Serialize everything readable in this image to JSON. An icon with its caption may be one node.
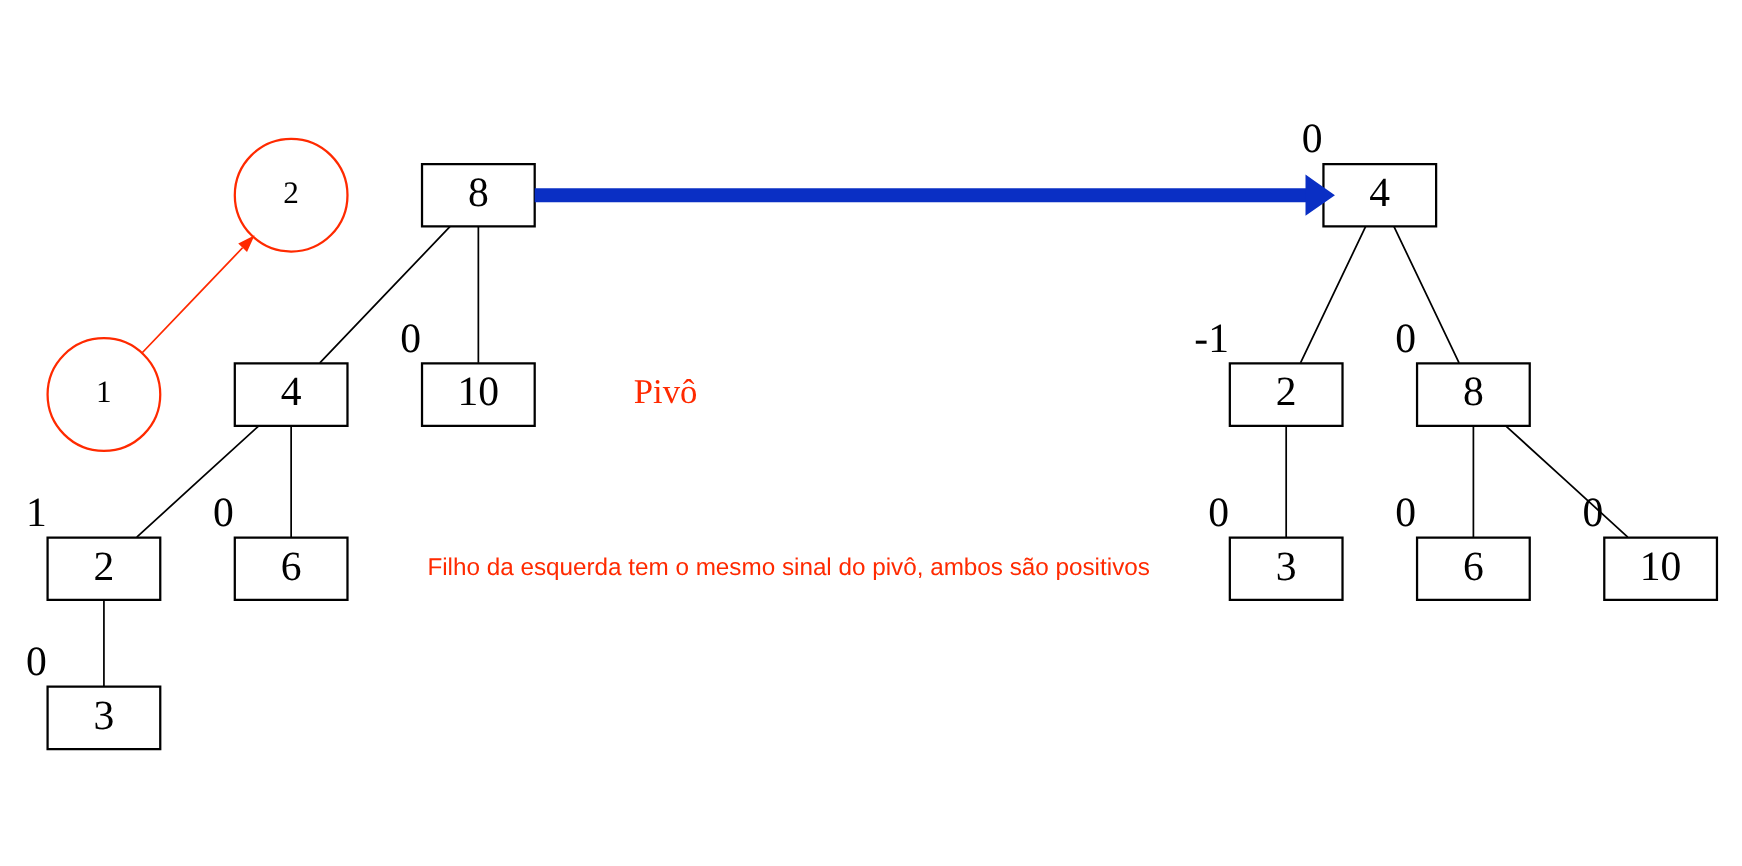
{
  "diagram": {
    "nodes": [
      {
        "text": [
          "2"
        ]
      },
      {
        "text": [
          "8"
        ]
      },
      {
        "text": [
          "1"
        ]
      },
      {
        "text": [
          "4"
        ]
      },
      {
        "text": [
          "10"
        ],
        "beside": [
          "0"
        ]
      },
      {
        "text": [
          "2"
        ],
        "beside": [
          "1"
        ]
      },
      {
        "text": [
          "6"
        ],
        "beside": [
          "0"
        ]
      },
      {
        "text": [
          "3"
        ],
        "beside": [
          "0"
        ]
      },
      {
        "text": [
          "4"
        ],
        "beside": [
          "0"
        ]
      },
      {
        "text": [
          "2"
        ],
        "beside": [
          "-1"
        ]
      },
      {
        "text": [
          "8"
        ],
        "beside": [
          "0"
        ]
      },
      {
        "text": [
          "3"
        ],
        "beside": [
          "0"
        ]
      },
      {
        "text": [
          "6"
        ],
        "beside": [
          "0"
        ]
      },
      {
        "text": [
          "10"
        ],
        "beside": [
          "0"
        ]
      }
    ],
    "edges": [
      {
        "from": 1,
        "to": 3,
        "arrow": "none"
      },
      {
        "from": 1,
        "to": 4,
        "arrow": "none"
      },
      {
        "from": 3,
        "to": 5,
        "arrow": "none"
      },
      {
        "from": 3,
        "to": 6,
        "arrow": "none"
      },
      {
        "from": 5,
        "to": 7,
        "arrow": "none"
      },
      {
        "from": 2,
        "to": 0,
        "arrow": "to",
        "color": "#ff2a00"
      },
      {
        "from": 1,
        "to": 8,
        "arrow": "to",
        "style": "thick",
        "color": "#0a2fc4"
      },
      {
        "from": 8,
        "to": 9,
        "arrow": "none"
      },
      {
        "from": 8,
        "to": 10,
        "arrow": "none"
      },
      {
        "from": 9,
        "to": 11,
        "arrow": "none"
      },
      {
        "from": 10,
        "to": 12,
        "arrow": "none"
      },
      {
        "from": 10,
        "to": 13,
        "arrow": "none"
      }
    ],
    "labels": [
      "Pivô",
      "Filho da esquerda tem o mesmo sinal do pivô, ambos são positivos"
    ]
  }
}
